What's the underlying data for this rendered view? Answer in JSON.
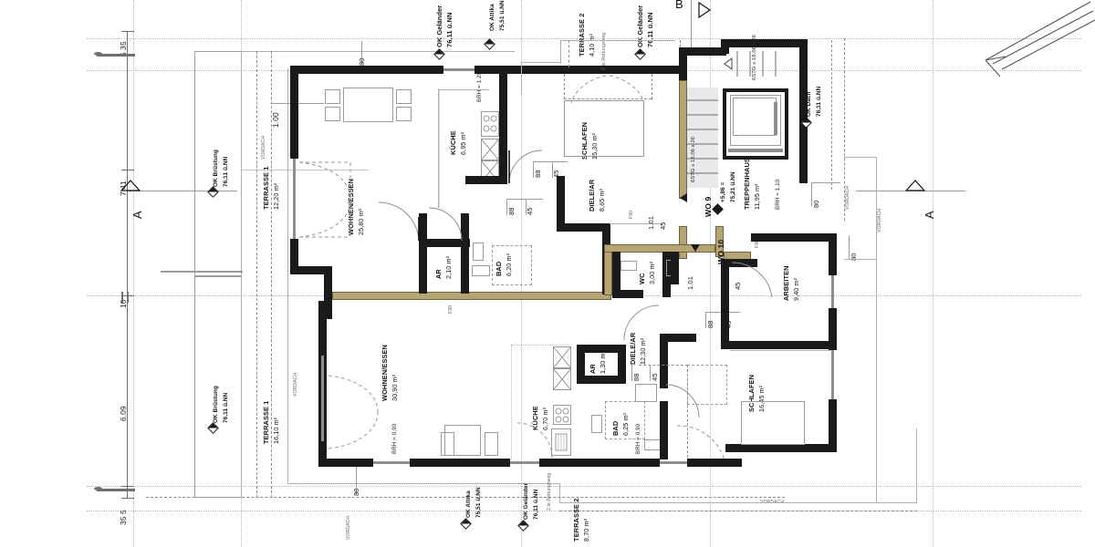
{
  "drawing": {
    "type": "architectural-floor-plan",
    "language": "de",
    "section_markers": [
      {
        "id": "marker-a-left",
        "label": "A"
      },
      {
        "id": "marker-a-right",
        "label": "A"
      },
      {
        "id": "marker-b-top",
        "label": "B"
      }
    ],
    "unit_markers": [
      {
        "label": "WO 9",
        "direction": "left"
      },
      {
        "label": "WO 10",
        "direction": "down"
      }
    ],
    "level_note": "+5,86 =",
    "level_value": "75,21 ü.NN"
  },
  "dimensions_left": [
    "5 35",
    "7.41",
    "10",
    "6.09",
    "35 5"
  ],
  "rooms_upper": [
    {
      "name": "WOHNEN/ESSEN",
      "area": "25,80 m²"
    },
    {
      "name": "KÜCHE",
      "area": "6,95 m²"
    },
    {
      "name": "AR",
      "area": "2,10 m²"
    },
    {
      "name": "BAD",
      "area": "6,20 m²"
    },
    {
      "name": "DIELE/AR",
      "area": "8,65 m²"
    },
    {
      "name": "SCHLAFEN",
      "area": "15,30 m²"
    },
    {
      "name": "TERRASSE 1",
      "area": "12,20 m²"
    },
    {
      "name": "TERRASSE 2",
      "area": "4,10 m²"
    }
  ],
  "rooms_lower": [
    {
      "name": "WOHNEN/ESSEN",
      "area": "30,90 m²"
    },
    {
      "name": "KÜCHE",
      "area": "6,70 m²"
    },
    {
      "name": "AR",
      "area": "1,30 m²"
    },
    {
      "name": "BAD",
      "area": "6,25 m²"
    },
    {
      "name": "DIELE/AR",
      "area": "12,30 m²"
    },
    {
      "name": "SCHLAFEN",
      "area": "16,45 m²"
    },
    {
      "name": "ARBEITEN",
      "area": "9,40 m²"
    },
    {
      "name": "WC",
      "area": "3,00 m²"
    },
    {
      "name": "TERRASSE 1",
      "area": "16,10 m²"
    },
    {
      "name": "TERRASSE 2",
      "area": "8,70 m²"
    }
  ],
  "stair": {
    "name": "TREPPENHAUS",
    "area": "11,95 m²",
    "riser_note_left": "6STG x 18,06 x 26",
    "riser_note_right": "6STG x 18,06 x 26",
    "parapet": "BRH = 1.10"
  },
  "height_marks": [
    {
      "label": "OK Brüstung",
      "value": "76,11 ü.NN"
    },
    {
      "label": "OK Brüstung",
      "value": "76,11 ü.NN"
    },
    {
      "label": "OK Geländer",
      "value": "76,11 ü.NN"
    },
    {
      "label": "OK Attika",
      "value": "75,51 ü.NN"
    },
    {
      "label": "OK Geländer",
      "value": "76,11 ü.NN"
    },
    {
      "label": "OK Geländer",
      "value": "76,11 ü.NN"
    },
    {
      "label": "OK Dach",
      "value": "76,11 ü.NN"
    },
    {
      "label": "OK Attika",
      "value": "75,51 ü.NN"
    },
    {
      "label": "OK Geländer",
      "value": "76,11 ü.NN"
    }
  ],
  "annotations": {
    "vordach": "VORDACH",
    "f90": "F90",
    "brh_120": "BRH = 1.20",
    "brh_090": "BRH = 0,90",
    "brh_110": "BRH = 1.10",
    "escape_route": "2 te Rettungsweg",
    "dim_100": "1.00",
    "dim_101": "1.01",
    "dim_80": "80",
    "dim_88": "88",
    "dim_45": "45"
  }
}
